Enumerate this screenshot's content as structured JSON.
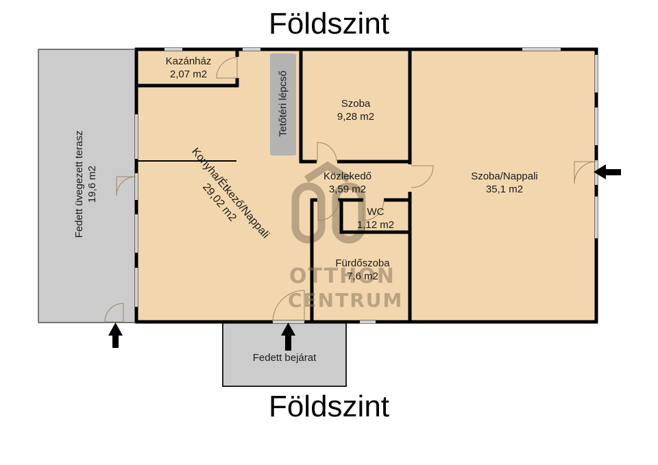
{
  "plan": {
    "title_top": "Földszint",
    "title_bottom": "Földszint",
    "colors": {
      "interior": "#f2d7ae",
      "exterior": "#cccccc",
      "wall": "#000000",
      "window": "#c9c9c9",
      "door_arc": "#9b8468",
      "stair": "#b3b3b3",
      "watermark": "#8c785f"
    },
    "rooms": [
      {
        "id": "kazanhaz",
        "name": "Kazánház",
        "area": "2,07 m2"
      },
      {
        "id": "tetoteri-lepcso",
        "name": "Tetőtéri lépcső",
        "area": ""
      },
      {
        "id": "szoba",
        "name": "Szoba",
        "area": "9,28 m2"
      },
      {
        "id": "kozlekedo",
        "name": "Közlekedő",
        "area": "3,59 m2"
      },
      {
        "id": "wc",
        "name": "WC",
        "area": "1,12 m2"
      },
      {
        "id": "furdoszoba",
        "name": "Fürdőszoba",
        "area": "7,6 m2"
      },
      {
        "id": "szoba-nappali",
        "name": "Szoba/Nappali",
        "area": "35,1 m2"
      },
      {
        "id": "konyha",
        "name": "Konyha/Étkező/Nappali",
        "area": "29,02 m2"
      },
      {
        "id": "terasz",
        "name": "Fedett üvegezett terasz",
        "area": "19,6 m2"
      },
      {
        "id": "bejarat",
        "name": "Fedett bejárat",
        "area": ""
      }
    ],
    "entrances": [
      {
        "id": "entrance-right",
        "direction": "left"
      },
      {
        "id": "entrance-terrace",
        "direction": "up"
      },
      {
        "id": "entrance-front",
        "direction": "up"
      }
    ],
    "watermark": {
      "line1": "OTTHON",
      "line2": "CENTRUM"
    }
  }
}
